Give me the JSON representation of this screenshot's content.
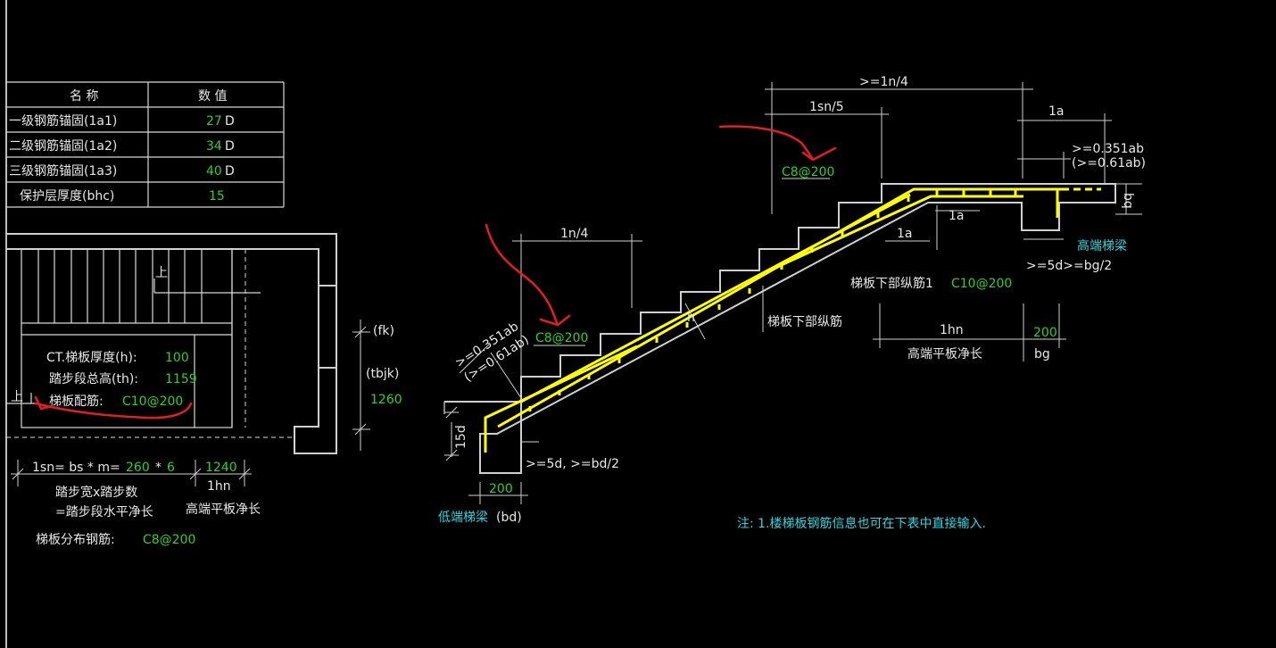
{
  "table": {
    "headers": [
      "名  称",
      "数  值"
    ],
    "rows": [
      {
        "name": "一级钢筋锚固(1a1)",
        "value": "27",
        "unit": "D"
      },
      {
        "name": "二级钢筋锚固(1a2)",
        "value": "34",
        "unit": "D"
      },
      {
        "name": "三级钢筋锚固(1a3)",
        "value": "40",
        "unit": "D"
      },
      {
        "name": "保护层厚度(bhc)",
        "value": "15",
        "unit": ""
      }
    ]
  },
  "plan": {
    "up_label": "上",
    "thickness_label": "CT.梯板厚度(h):",
    "thickness_value": "100",
    "height_label": "踏步段总高(th):",
    "height_value": "1159",
    "rebar_label": "梯板配筋:",
    "rebar_value": "C10@200",
    "fk_label": "(fk)",
    "tbjk_label": "(tbjk)",
    "tbjk_value": "1260",
    "lsn_formula": "1sn= bs * m=",
    "bs_value": "260",
    "times": "*",
    "m_value": "6",
    "lhn_value": "1240",
    "lhn_label": "1hn",
    "step_caption": "踏步宽x踏步数",
    "step_caption2": "=踏步段水平净长",
    "hn_caption": "高端平板净长",
    "dist_label": "梯板分布钢筋:",
    "dist_value": "C8@200"
  },
  "section": {
    "top_ln4": ">=1n/4",
    "lsn5": "1sn/5",
    "la_top": "1a",
    "anch_top1": ">=0.351ab",
    "anch_top2": "(>=0.61ab)",
    "c8_top": "C8@200",
    "la_mid1": "1a",
    "la_mid2": "1a",
    "bd_right": "bq",
    "high_beam": "高端梯梁",
    "five_d_right": ">=5d>=bg/2",
    "bottom_bar_label": "梯板下部纵筋1",
    "bottom_bar_value": "C10@200",
    "bottom_bar_label2": "梯板下部纵筋",
    "h_label": "h",
    "lhn": "1hn",
    "bg_value": "200",
    "hn_caption": "高端平板净长",
    "bg_label": "bg",
    "ln4": "1n/4",
    "c8_mid": "C8@200",
    "anch_low1": ">=0.351ab",
    "anch_low2": "(>=0.61ab)",
    "fifteen_d": "15d",
    "five_d_low": ">=5d, >=bd/2",
    "bd_value": "200",
    "low_beam": "低端梯梁",
    "low_beam_bd": "(bd)"
  },
  "note": "注: 1.楼梯板钢筋信息也可在下表中直接输入.",
  "colors": {
    "background": "#000000",
    "line": "#d8d8d8",
    "value_green": "#2fd12f",
    "label_cyan": "#2ad8e0",
    "rebar_yellow": "#ffff00",
    "annotation_red": "#e02020"
  }
}
